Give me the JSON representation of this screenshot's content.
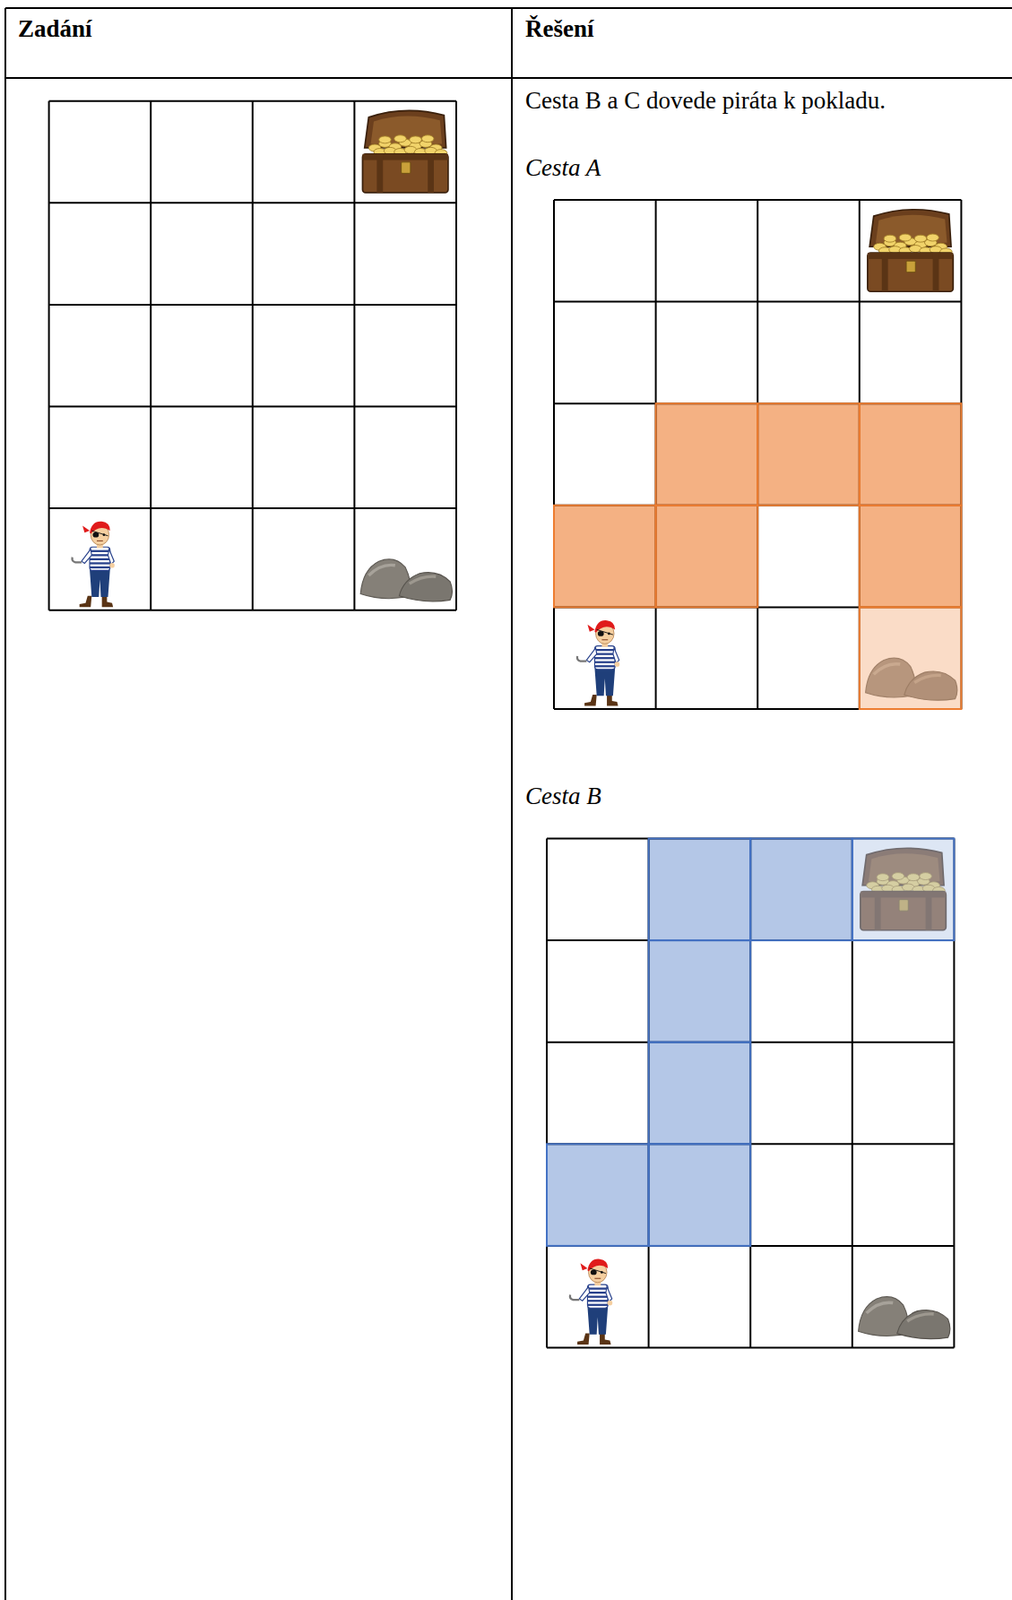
{
  "diagram": {
    "labels": [
      "Zadání",
      "Řešení",
      "Cesta B a C dovede piráta k pokladu.",
      "Cesta A",
      "Cesta B"
    ]
  }
}
